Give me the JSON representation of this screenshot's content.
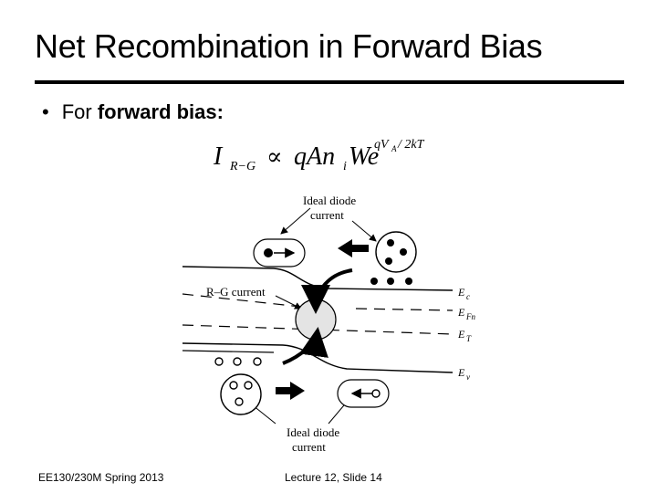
{
  "slide": {
    "title": "Net Recombination in Forward Bias",
    "bullet_prefix": "For ",
    "bullet_bold": "forward bias:"
  },
  "equation": {
    "lhs_symbol": "I",
    "lhs_subscript": "R−G",
    "relation": "∝",
    "rhs_main": "qAn",
    "rhs_subscript": "i",
    "rhs_tail": "We",
    "exponent": "qV",
    "exponent_sub": "A",
    "exponent_tail": " / 2kT"
  },
  "diagram": {
    "label_ideal_top": [
      "Ideal diode",
      "current"
    ],
    "label_ideal_bottom": [
      "Ideal diode",
      "current"
    ],
    "label_rg": "R–G current",
    "band_ec": "E",
    "band_ec_sub": "c",
    "band_efn": "E",
    "band_efn_sub": "Fn",
    "band_et": "E",
    "band_et_sub": "T",
    "band_ev": "E",
    "band_ev_sub": "v"
  },
  "footer": {
    "course": "EE130/230M Spring 2013",
    "slide_ref": "Lecture 12, Slide 14"
  }
}
